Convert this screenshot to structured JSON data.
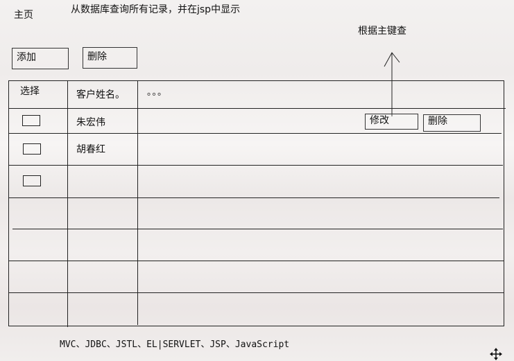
{
  "header": {
    "home_label": "主页",
    "description": "从数据库查询所有记录，并在jsp中显示",
    "pk_note": "根据主键查"
  },
  "toolbar": {
    "add_label": "添加",
    "delete_label": "删除"
  },
  "table": {
    "headers": [
      "选择",
      "客户姓名。",
      "。。。"
    ],
    "rows": [
      {
        "name": "朱宏伟",
        "edit_label": "修改",
        "delete_label": "删除"
      },
      {
        "name": "胡春红"
      },
      {
        "name": ""
      }
    ]
  },
  "footer": {
    "tech_list": "MVC、JDBC、JSTL、EL|SERVLET、JSP、JavaScript"
  },
  "icons": {
    "move_handle": "move-icon"
  }
}
